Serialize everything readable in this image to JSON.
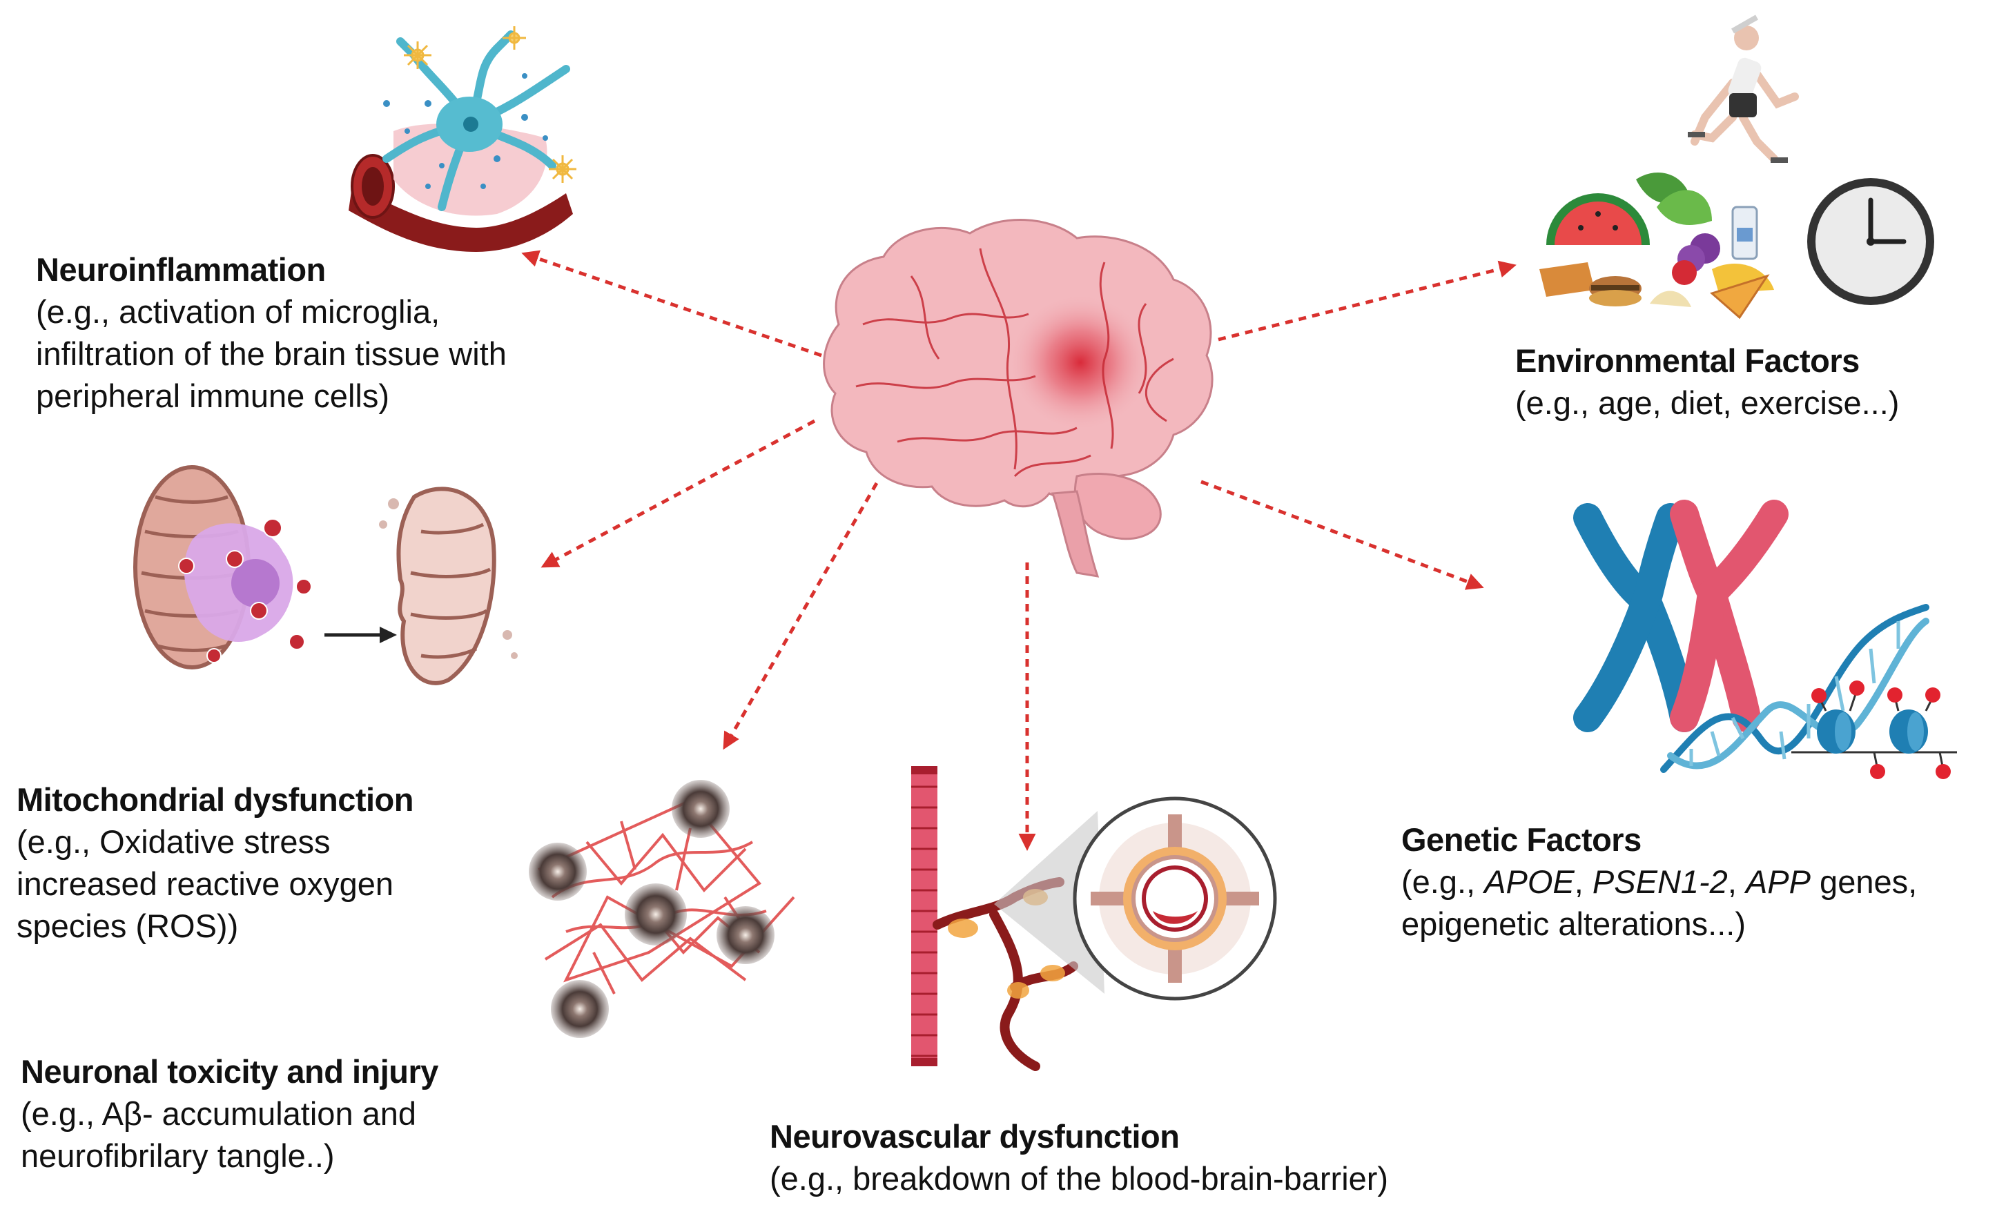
{
  "figure": {
    "colors": {
      "arrow": "#d9312e",
      "brain": "#f3b8be",
      "brain_vessel": "#c62a35",
      "chromosome_blue": "#1f7fb3",
      "chromosome_pink": "#e2566f",
      "mitochondria": "#e0a89c",
      "plaque": "#5a4a47",
      "vessel": "#8a1b1b"
    },
    "center": {
      "icon": "brain-icon"
    },
    "nodes": [
      {
        "id": "neuroinflammation",
        "icon": "microglia-blood-vessel-icon",
        "title": "Neuroinflammation",
        "lines": [
          "(e.g., activation of microglia,",
          "infiltration of the brain tissue with",
          "peripheral immune cells)"
        ]
      },
      {
        "id": "mitochondrial",
        "icon": "mitochondria-damage-icon",
        "title": "Mitochondrial dysfunction",
        "lines": [
          "(e.g., Oxidative stress",
          "increased reactive oxygen",
          "species (ROS))"
        ]
      },
      {
        "id": "neuronal",
        "icon": "amyloid-plaques-tangles-icon",
        "title": "Neuronal toxicity and injury",
        "lines": [
          "(e.g., Aβ- accumulation and",
          "neurofibrilary tangle..)"
        ]
      },
      {
        "id": "neurovascular",
        "icon": "blood-vessel-cross-section-icon",
        "title": "Neurovascular dysfunction",
        "lines": [
          "(e.g., breakdown of the blood-brain-barrier)"
        ]
      },
      {
        "id": "environmental",
        "icon": "runner-food-clock-icon",
        "title": "Environmental Factors",
        "lines": [
          "(e.g., age, diet, exercise...)"
        ]
      },
      {
        "id": "genetic",
        "icon": "chromosome-dna-icon",
        "title": "Genetic Factors",
        "line1_prefix": "(e.g., ",
        "gene_apoe": "APOE",
        "sep1": ", ",
        "gene_psen": "PSEN1-2",
        "sep2": ", ",
        "gene_app": "APP",
        "line1_suffix": " genes,",
        "line2": "epigenetic alterations...)"
      }
    ]
  }
}
